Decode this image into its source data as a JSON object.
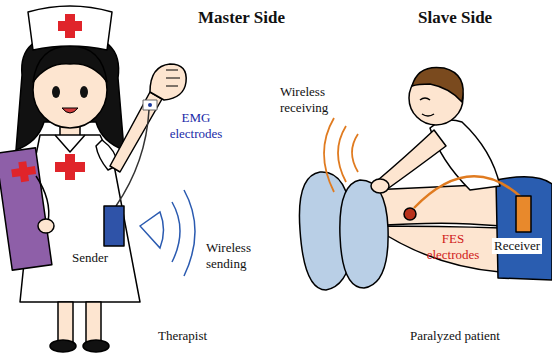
{
  "diagram": {
    "labels": [
      "Master Side",
      "Slave Side",
      "EMG electrodes",
      "Wireless receiving",
      "Sender",
      "Wireless sending",
      "FES electrodes",
      "Receiver",
      "Therapist",
      "Paralyzed patient"
    ]
  }
}
